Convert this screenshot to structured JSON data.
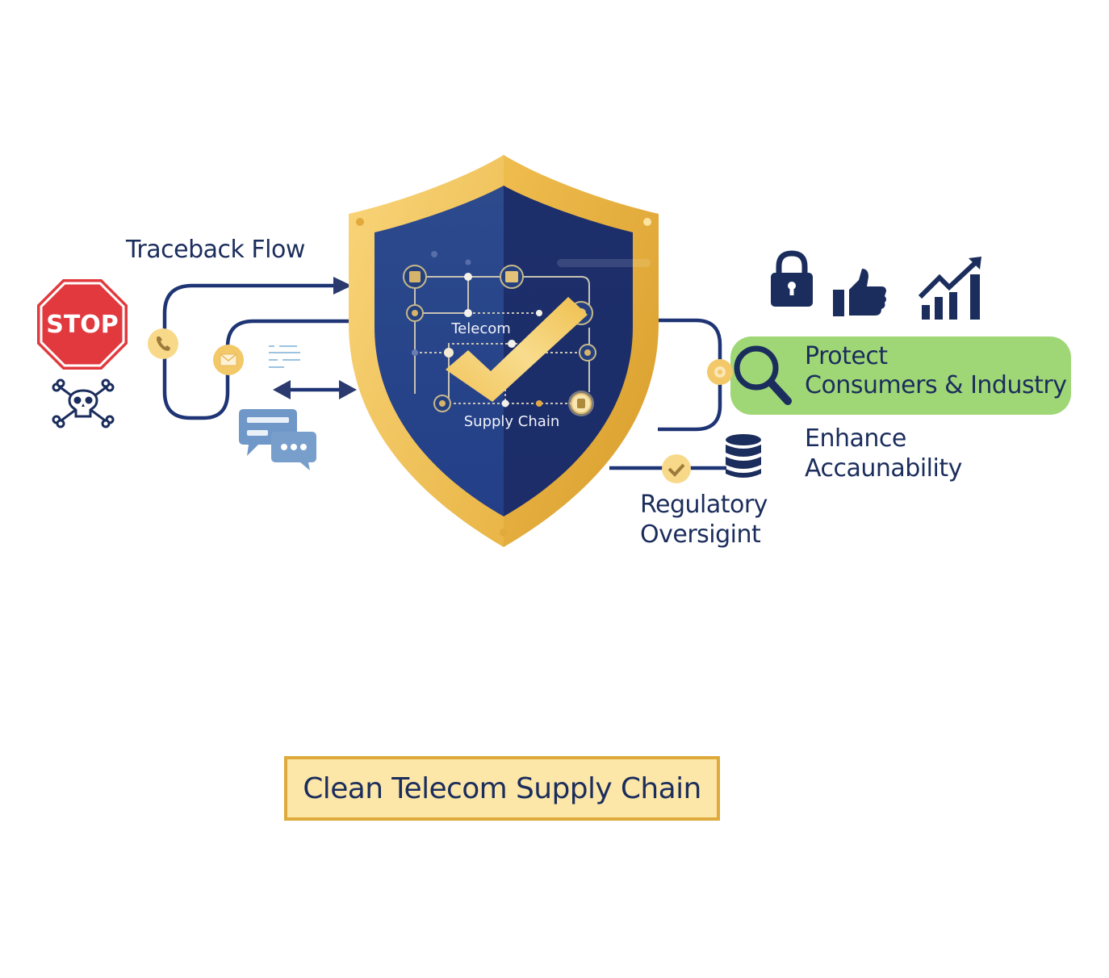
{
  "diagram": {
    "title": "Clean Telecom Supply Chain",
    "left_section": {
      "flow_label": "Traceback Flow",
      "stop_sign_text": "STOP",
      "icons": [
        "stop-sign",
        "skull-crossbones",
        "phone",
        "envelope",
        "document-lines",
        "bidirectional-arrow",
        "chat-bubbles"
      ]
    },
    "shield": {
      "top_label": "Telecom",
      "bottom_label": "Supply Chain",
      "center_icon": "checkmark"
    },
    "right_section": {
      "top_icons": [
        "lock",
        "thumbs-up",
        "growth-chart"
      ],
      "highlight": {
        "line1": "Protect",
        "line2": "Consumers & Industry",
        "icon": "magnifier"
      },
      "secondary": {
        "line1": "Enhance",
        "line2": "Accaunability"
      },
      "regulatory": {
        "line1": "Regulatory",
        "line2": "Oversigint",
        "icons": [
          "check-node",
          "database"
        ]
      }
    },
    "colors": {
      "navy": "#1b2d5c",
      "gold": "#e8b64a",
      "shield_blue": "#22397a",
      "green_highlight": "#9fd776",
      "stop_red": "#e1393e",
      "footer_fill": "#fce6a8"
    }
  }
}
